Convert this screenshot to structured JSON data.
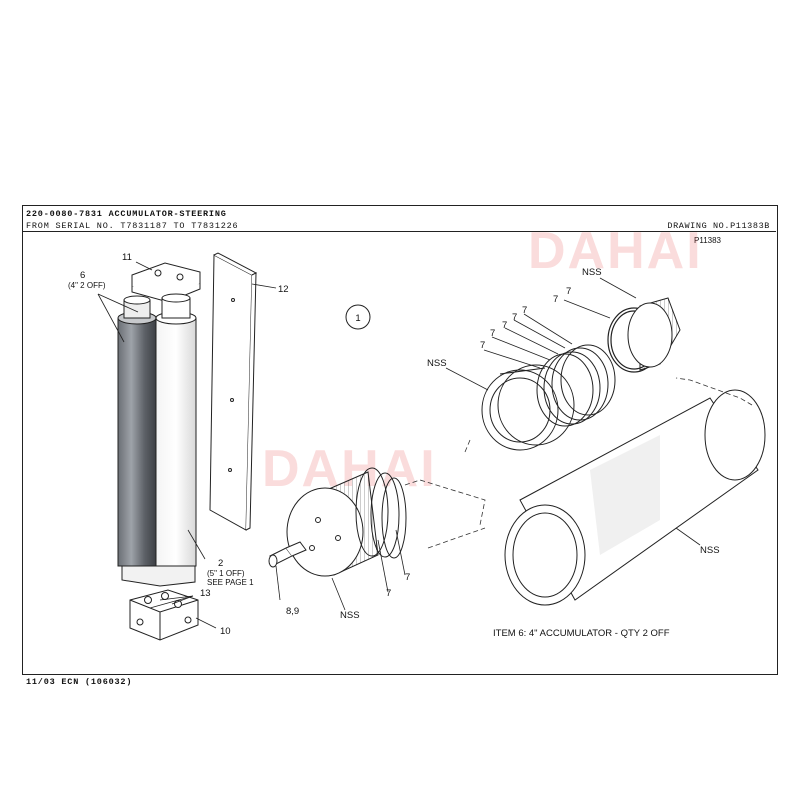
{
  "header": {
    "title": "220-0080-7831 ACCUMULATOR-STEERING",
    "serial_range": "FROM SERIAL NO. T7831187 TO T7831226",
    "drawing_no": "DRAWING NO.P11383B",
    "drawing_code": "P11383"
  },
  "footer": {
    "ecn": "11/03 ECN (106032)"
  },
  "watermark": {
    "text": "DAHAI",
    "color": "#e23b3b"
  },
  "view_marker": "1",
  "callouts": {
    "item_6": "6",
    "item_6_note": "(4\" 2 OFF)",
    "item_11": "11",
    "item_12": "12",
    "item_2": "2",
    "item_2_note1": "(5\" 1 OFF)",
    "item_2_note2": "SEE PAGE 1",
    "item_13": "13",
    "item_10": "10",
    "item_7": "7",
    "item_8_9": "8,9",
    "nss": "NSS"
  },
  "item6_caption": "ITEM 6:    4\" ACCUMULATOR - QTY 2 OFF"
}
